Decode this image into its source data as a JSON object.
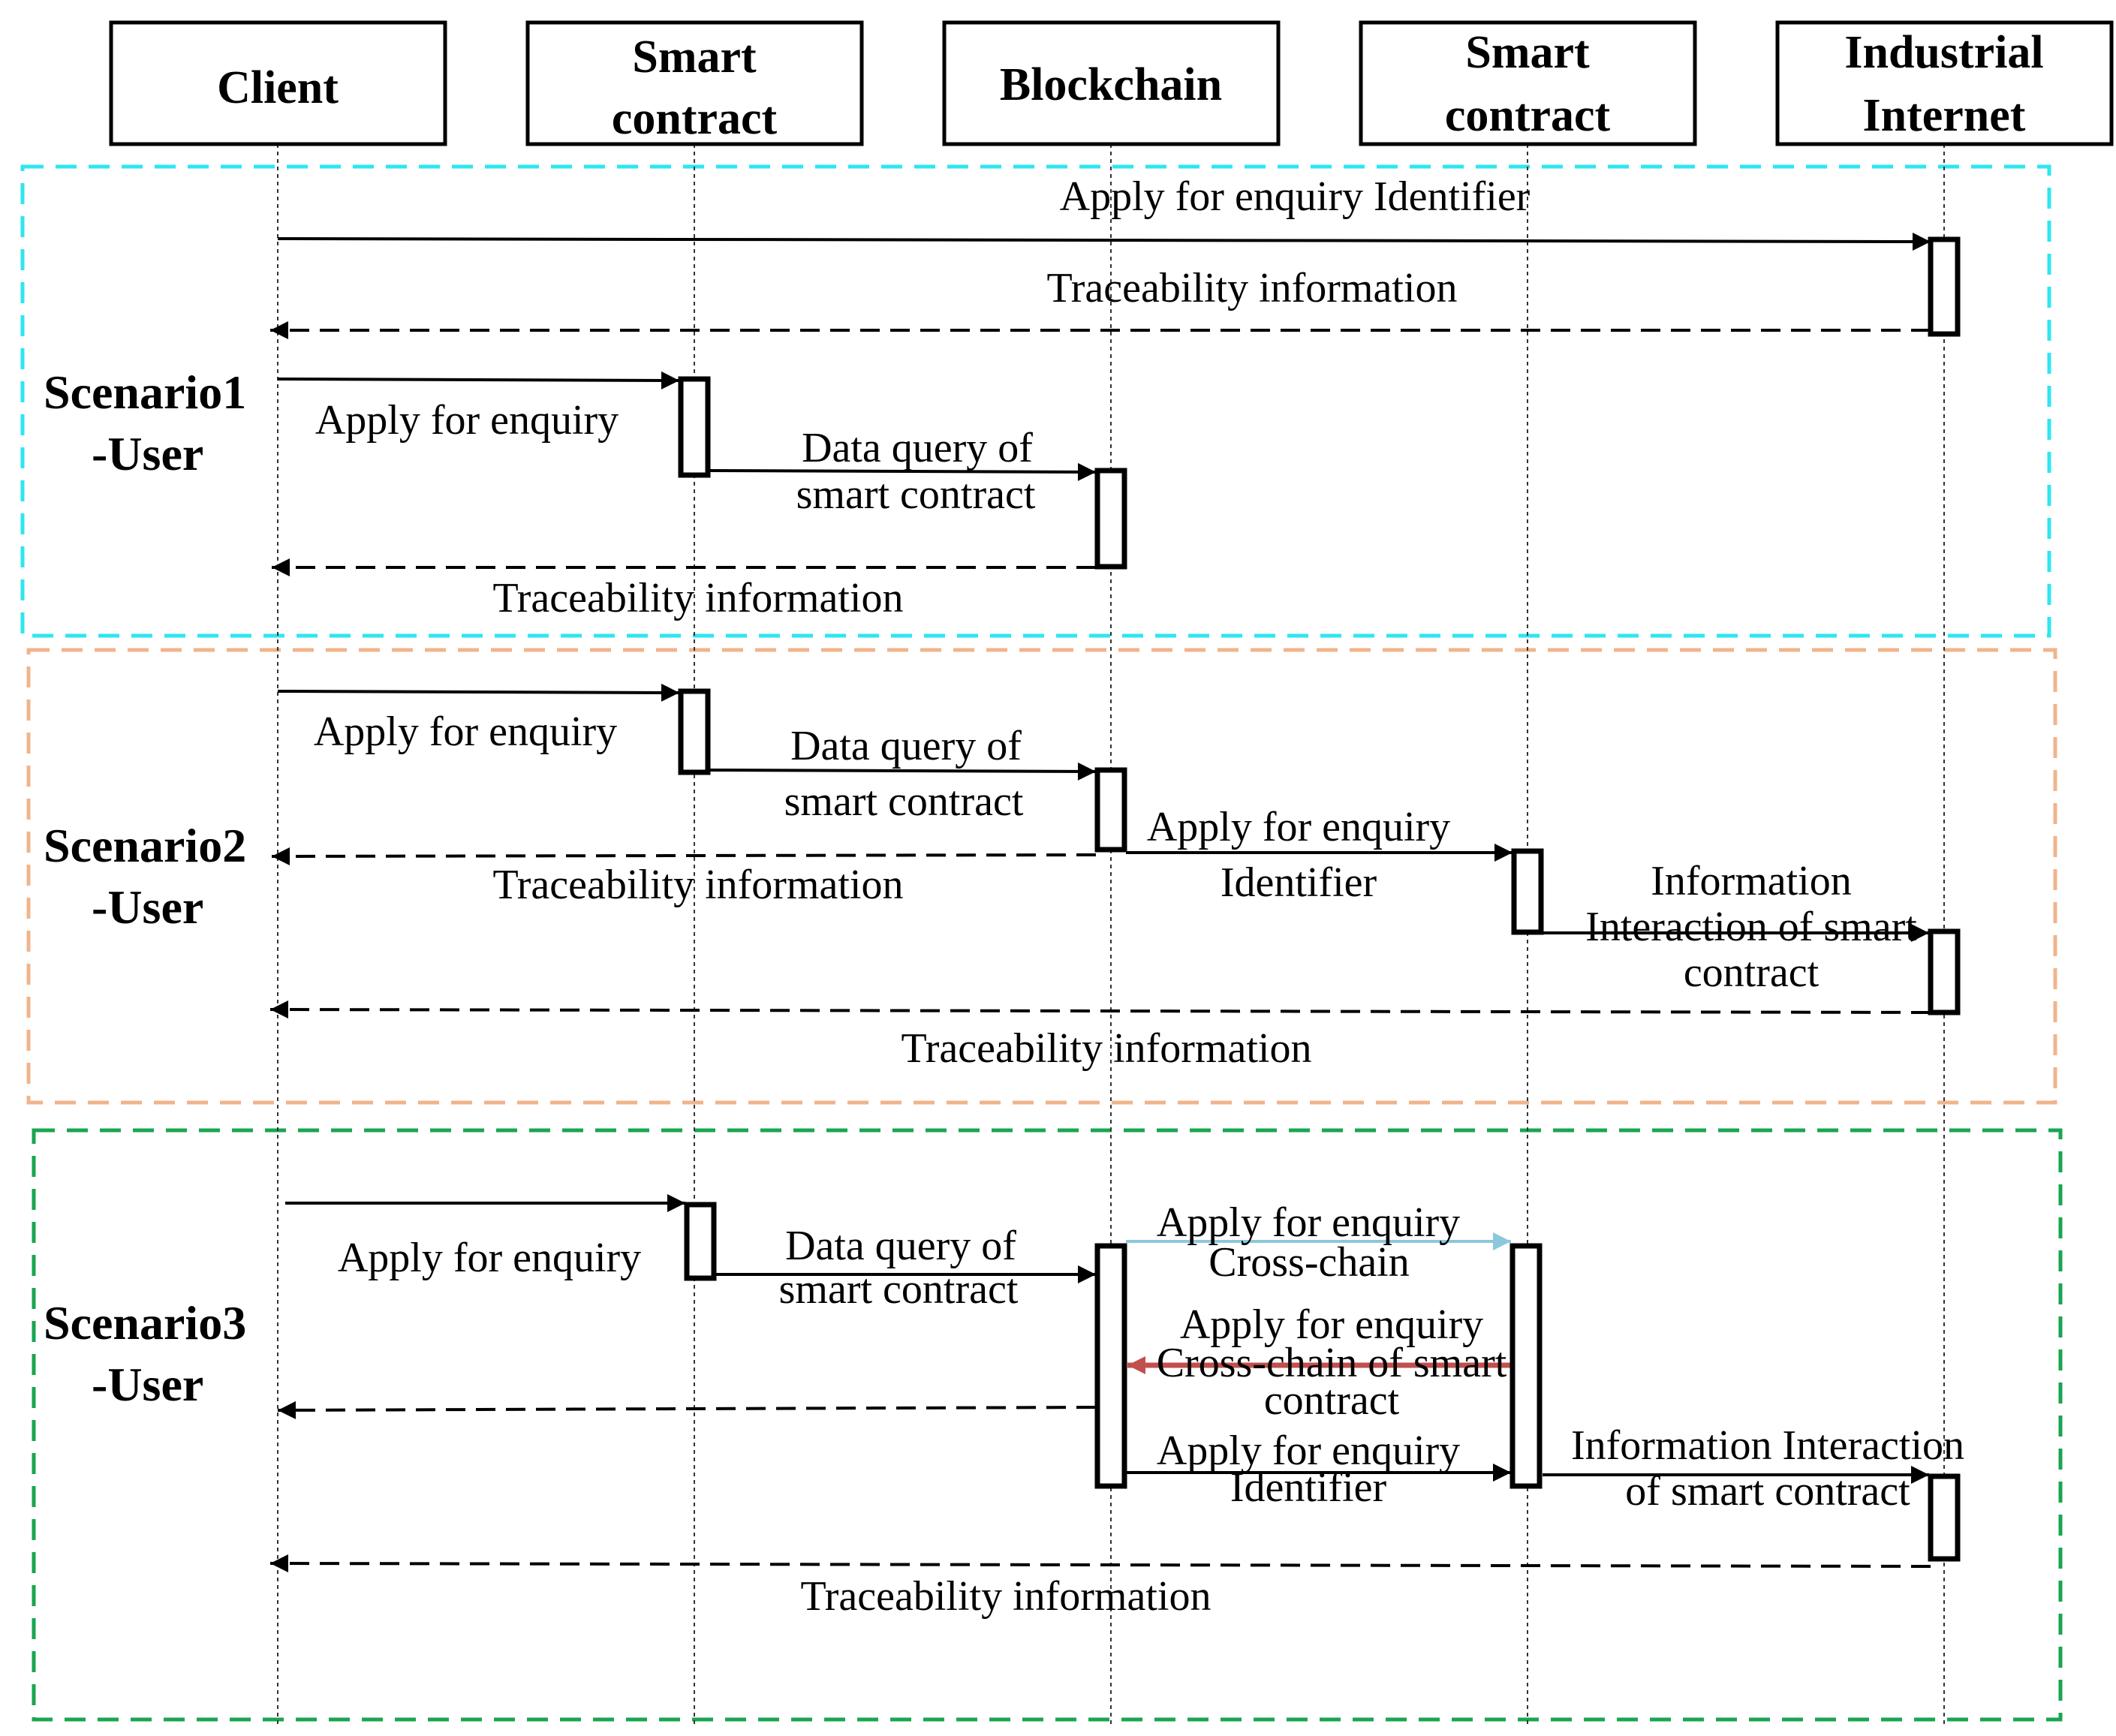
{
  "actors": [
    {
      "line1": "",
      "line2": "Client"
    },
    {
      "line1": "Smart",
      "line2": "contract"
    },
    {
      "line1": "",
      "line2": "Blockchain"
    },
    {
      "line1": "Smart",
      "line2": "contract"
    },
    {
      "line1": "Industrial",
      "line2": "Internet"
    }
  ],
  "scenarios": [
    {
      "name_line1": "Scenario1",
      "name_line2": "-User",
      "color": "#2ee6f0",
      "messages": [
        {
          "lines": [
            "Apply for  enquiry Identifier"
          ]
        },
        {
          "lines": [
            "Traceability information"
          ]
        },
        {
          "lines": [
            "Apply for enquiry"
          ]
        },
        {
          "lines": [
            "Data query of",
            "smart contract"
          ]
        },
        {
          "lines": [
            "Traceability information"
          ]
        }
      ]
    },
    {
      "name_line1": "Scenario2",
      "name_line2": "-User",
      "color": "#f0b48c",
      "messages": [
        {
          "lines": [
            "Apply for enquiry"
          ]
        },
        {
          "lines": [
            "Data query of",
            "smart contract"
          ]
        },
        {
          "lines": [
            "Traceability information"
          ]
        },
        {
          "lines": [
            "Apply for  enquiry",
            "Identifier"
          ]
        },
        {
          "lines": [
            "Information",
            "Interaction  of smart",
            "contract"
          ]
        },
        {
          "lines": [
            "Traceability information"
          ]
        }
      ]
    },
    {
      "name_line1": "Scenario3",
      "name_line2": "-User",
      "color": "#1aa550",
      "messages": [
        {
          "lines": [
            "Apply for enquiry"
          ]
        },
        {
          "lines": [
            "Data query of",
            "smart contract"
          ]
        },
        {
          "lines": [
            "Apply for  enquiry",
            "Cross-chain"
          ]
        },
        {
          "lines": [
            "Apply for  enquiry",
            "Cross-chain of smart",
            "contract"
          ]
        },
        {
          "lines": []
        },
        {
          "lines": [
            "Apply for  enquiry",
            "Identifier"
          ]
        },
        {
          "lines": [
            "Information Interaction",
            "of smart contract"
          ]
        },
        {
          "lines": [
            "Traceability information"
          ]
        }
      ]
    }
  ],
  "colors": {
    "cross_chain_arrow": "#8cc8dc",
    "cross_chain_return_arrow": "#c0504d"
  }
}
